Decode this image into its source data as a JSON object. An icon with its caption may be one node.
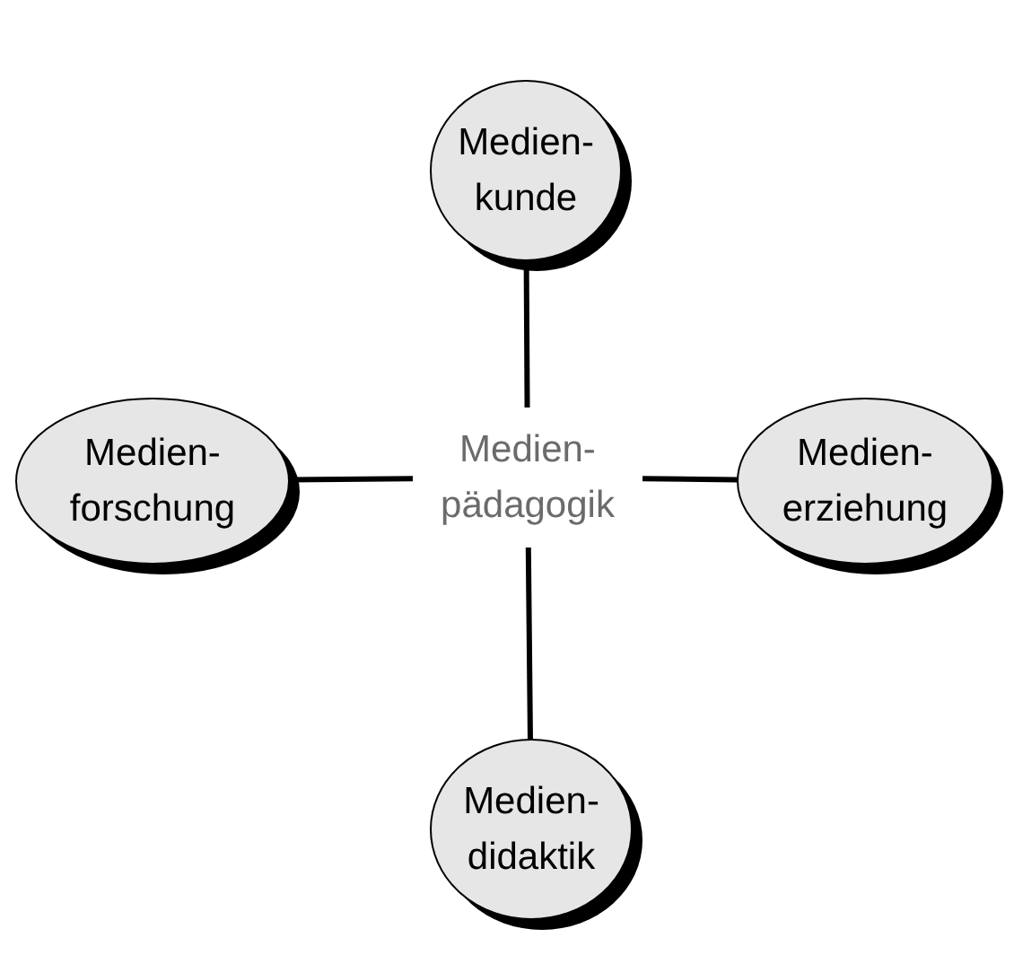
{
  "diagram": {
    "nodes": [
      {
        "text": [
          "Medien- kunde"
        ]
      },
      {
        "text": [
          "Medien- forschung"
        ]
      },
      {
        "text": [
          "Medien- pädagogik"
        ]
      },
      {
        "text": [
          "Medien- erziehung"
        ]
      },
      {
        "text": [
          "Medien- didaktik"
        ]
      }
    ],
    "edges": [
      {
        "from": 2,
        "to": 0,
        "arrow": "none"
      },
      {
        "from": 2,
        "to": 1,
        "arrow": "none"
      },
      {
        "from": 2,
        "to": 3,
        "arrow": "none"
      },
      {
        "from": 2,
        "to": 4,
        "arrow": "none"
      }
    ]
  }
}
